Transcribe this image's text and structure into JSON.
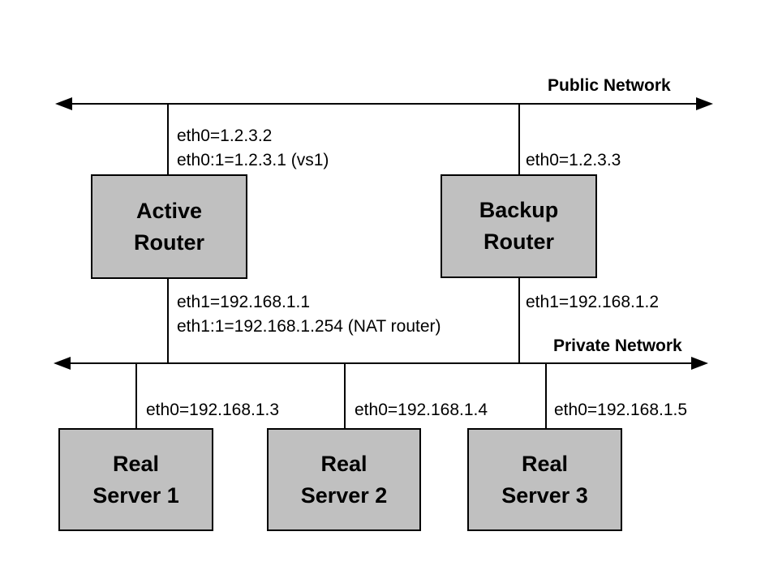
{
  "colors": {
    "background": "#ffffff",
    "box_fill": "#c0c0c0",
    "box_border": "#000000",
    "line": "#000000",
    "text": "#000000"
  },
  "public_network": {
    "label": "Public Network"
  },
  "private_network": {
    "label": "Private Network"
  },
  "nodes": {
    "active_router": {
      "line1": "Active",
      "line2": "Router"
    },
    "backup_router": {
      "line1": "Backup",
      "line2": "Router"
    },
    "real_server_1": {
      "line1": "Real",
      "line2": "Server 1"
    },
    "real_server_2": {
      "line1": "Real",
      "line2": "Server 2"
    },
    "real_server_3": {
      "line1": "Real",
      "line2": "Server 3"
    }
  },
  "interfaces": {
    "active_router_eth0": "eth0=1.2.3.2",
    "active_router_eth0_1": "eth0:1=1.2.3.1 (vs1)",
    "backup_router_eth0": "eth0=1.2.3.3",
    "active_router_eth1": "eth1=192.168.1.1",
    "active_router_eth1_1": "eth1:1=192.168.1.254 (NAT router)",
    "backup_router_eth1": "eth1=192.168.1.2",
    "real_server_1_eth0": "eth0=192.168.1.3",
    "real_server_2_eth0": "eth0=192.168.1.4",
    "real_server_3_eth0": "eth0=192.168.1.5"
  }
}
